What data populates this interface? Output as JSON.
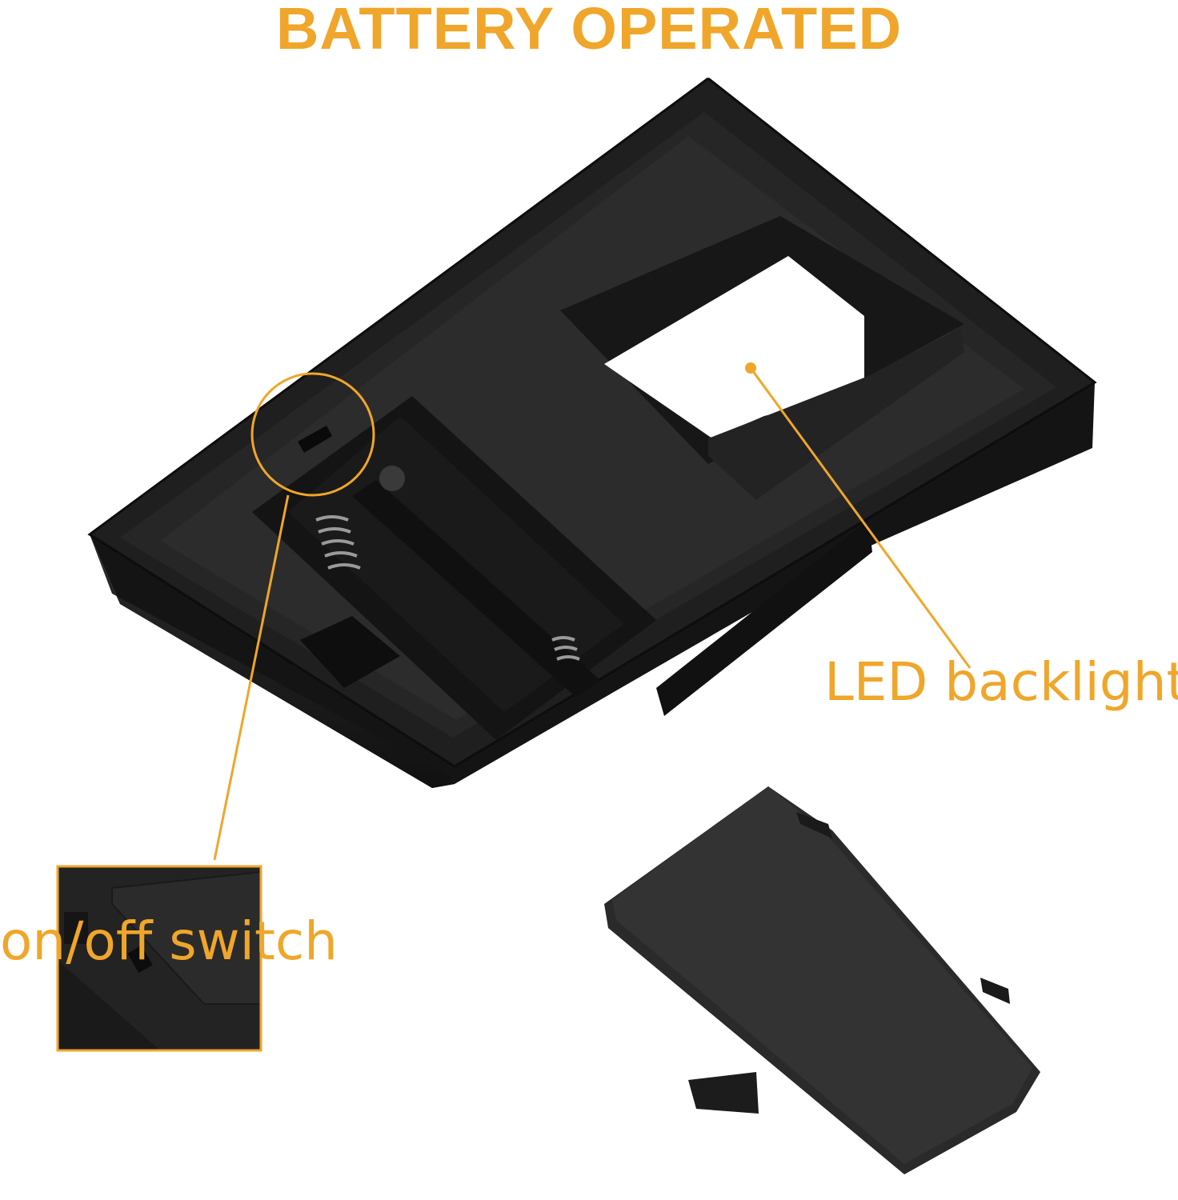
{
  "title": "BATTERY OPERATED",
  "callouts": {
    "led_label": "LED backlight",
    "switch_label": "on/off switch"
  },
  "colors": {
    "accent": "#f0a62a",
    "device": "#1e1e1e",
    "background": "#ffffff"
  }
}
